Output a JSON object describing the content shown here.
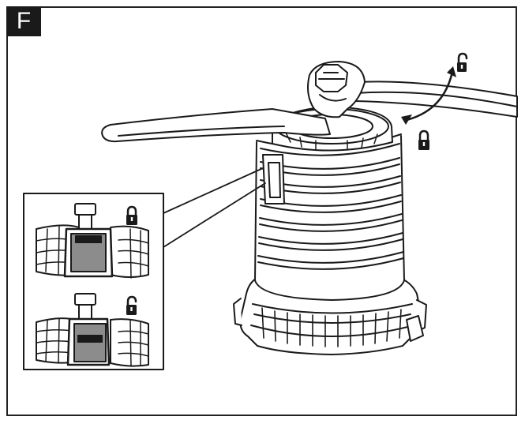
{
  "figure": {
    "step_label": "F"
  },
  "icons": {
    "main_locked": "padlock-locked",
    "main_unlocked": "padlock-unlocked",
    "inset_locked": "padlock-locked",
    "inset_unlocked": "padlock-unlocked",
    "rotation": "curved-double-arrow"
  },
  "colors": {
    "line": "#1a1a1a",
    "fill_light": "#ffffff",
    "fill_gray": "#8c8c8c",
    "fill_dark": "#1a1a1a"
  }
}
